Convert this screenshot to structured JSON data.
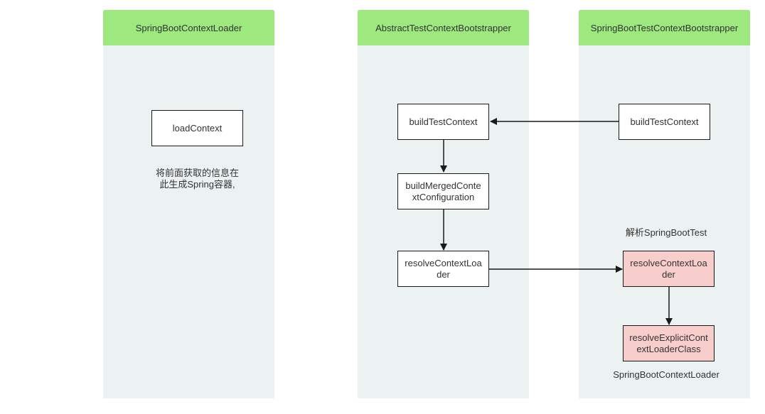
{
  "lanes": {
    "loader": {
      "title": "SpringBootContextLoader"
    },
    "abstract": {
      "title": "AbstractTestContextBootstrapper"
    },
    "boot": {
      "title": "SpringBootTestContextBootstrapper"
    }
  },
  "nodes": {
    "load_context": "loadContext",
    "abstract_build_test_context": "buildTestContext",
    "build_merged_context_configuration": "buildMergedContextConfiguration",
    "abstract_resolve_context_loader": "resolveContextLoader",
    "boot_build_test_context": "buildTestContext",
    "boot_resolve_context_loader": "resolveContextLoader",
    "resolve_explicit_context_loader_class": "resolveExplicitContextLoaderClass"
  },
  "notes": {
    "loader_note": "将前面获取的信息在此生成Spring容器,",
    "parse_note": "解析SpringBootTest",
    "result_note": "SpringBootContextLoader"
  },
  "colors": {
    "lane_header": "#9de87f",
    "lane_body": "#ecf2f2",
    "highlight_box": "#f8cecc",
    "stroke": "#1a1a1a"
  }
}
